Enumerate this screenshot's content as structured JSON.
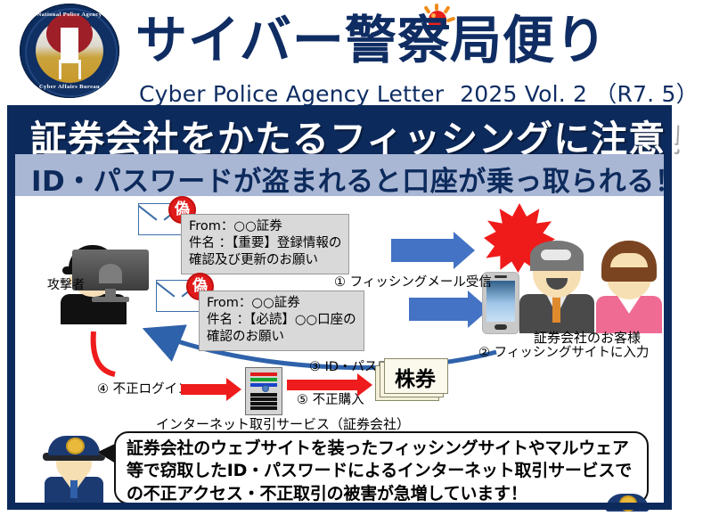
{
  "header": {
    "logo": {
      "top_text": "National Police Agency",
      "bottom_text": "Cyber Affairs Bureau"
    },
    "main_title": "サイバー警察局便り",
    "sub_title_en": "Cyber Police Agency Letter",
    "issue": "2025 Vol. 2 （R7. 5）"
  },
  "banners": {
    "headline": "証券会社をかたるフィッシングに注意！",
    "subhead": "ID・パスワードが盗まれると口座が乗っ取られる！"
  },
  "diagram": {
    "attacker_label": "攻撃者",
    "fake_stamp": "偽",
    "mail1": {
      "from": "From：○○証券",
      "subject_l1": "件名 ：【重要】登録情報の",
      "subject_l2": "確認及び更新のお願い"
    },
    "mail2": {
      "from": "From：○○証券",
      "subject_l1": "件名 ：【必読】○○口座の",
      "subject_l2": "確認のお願い"
    },
    "customer_label": "証券会社のお客様",
    "service_label": "インターネット取引サービス（証券会社）",
    "stock_label": "株券",
    "steps": [
      "① フィッシングメール受信",
      "② フィッシングサイトに入力",
      "③ ID・パスワード窃取",
      "④ 不正ログイン",
      "⑤ 不正購入"
    ]
  },
  "notice": {
    "line1": "証券会社のウェブサイトを装ったフィッシングサイトやマルウェア",
    "line2": "等で窃取したID・パスワードによるインターネット取引サービスで",
    "line3": "の不正アクセス・不正取引の被害が急増しています！"
  },
  "colors": {
    "navy": "#0d2a5c",
    "light_blue_band": "#a9b7d4",
    "blue_arrow": "#4472c4",
    "red_arrow": "#ee1c1c",
    "stamp_red": "#e01b1b",
    "gold": "#e8b93a"
  }
}
